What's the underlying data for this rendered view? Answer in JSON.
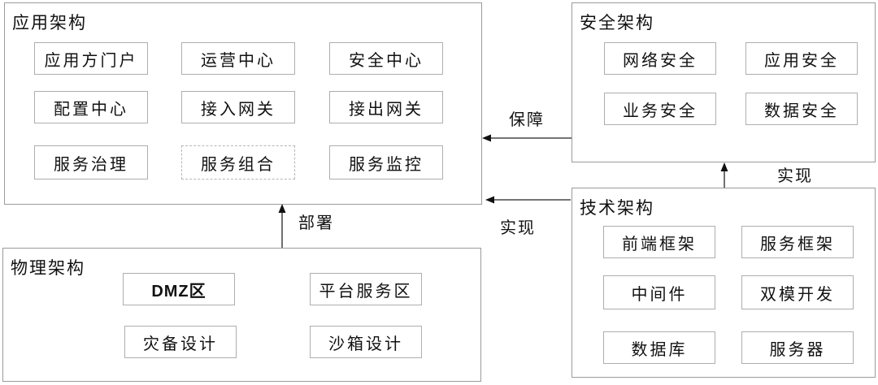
{
  "diagram": {
    "panels": {
      "application": {
        "title": "应用架构",
        "items": [
          {
            "label": "应用方门户"
          },
          {
            "label": "运营中心"
          },
          {
            "label": "安全中心"
          },
          {
            "label": "配置中心"
          },
          {
            "label": "接入网关"
          },
          {
            "label": "接出网关"
          },
          {
            "label": "服务治理"
          },
          {
            "label": "服务组合",
            "border": "dashed"
          },
          {
            "label": "服务监控"
          }
        ]
      },
      "security": {
        "title": "安全架构",
        "items": [
          {
            "label": "网络安全"
          },
          {
            "label": "应用安全"
          },
          {
            "label": "业务安全"
          },
          {
            "label": "数据安全"
          }
        ]
      },
      "technology": {
        "title": "技术架构",
        "items": [
          {
            "label": "前端框架"
          },
          {
            "label": "服务框架"
          },
          {
            "label": "中间件"
          },
          {
            "label": "双模开发"
          },
          {
            "label": "数据库"
          },
          {
            "label": "服务器"
          }
        ]
      },
      "physical": {
        "title": "物理架构",
        "items": [
          {
            "label": "DMZ区"
          },
          {
            "label": "平台服务区"
          },
          {
            "label": "灾备设计"
          },
          {
            "label": "沙箱设计"
          }
        ]
      }
    },
    "arrows": [
      {
        "label": "保障",
        "from": "安全架构",
        "to": "应用架构",
        "direction": "left",
        "style": "solid"
      },
      {
        "label": "实现",
        "from": "技术架构",
        "to": "安全架构",
        "direction": "up",
        "style": "solid"
      },
      {
        "label": "实现",
        "from": "技术架构",
        "to": "应用架构",
        "direction": "left",
        "style": "solid"
      },
      {
        "label": "部署",
        "from": "物理架构",
        "to": "应用架构",
        "direction": "up",
        "style": "solid"
      }
    ],
    "colors": {
      "background": "#ffffff",
      "panel_border": "#9b9b9b",
      "node_border": "#aeaeae",
      "dashed_node_border": "#b6b6b6",
      "text": "#111111",
      "arrow": "#222222"
    }
  }
}
